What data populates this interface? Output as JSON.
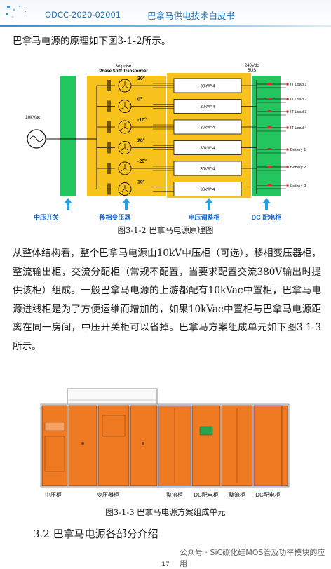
{
  "header": {
    "doc_code": "ODCC-2020-02001",
    "doc_title": "巴拿马供电技术白皮书"
  },
  "intro": "巴拿马电源的原理如下图3-1-2所示。",
  "fig1": {
    "input_label": "10kVac",
    "transformer_label_1": "36 pulse",
    "transformer_label_2": "Phase Shift Transformer",
    "bus_label_1": "240Vdc",
    "bus_label_2": "BUS",
    "angles": [
      "30°",
      "0°",
      "-10°",
      "20°",
      "-20°",
      "10°"
    ],
    "rectifier_label": "30kW*4",
    "loads": [
      "IT Load 1",
      "IT Load 2",
      "IT Load 3",
      "IT Load 4",
      "Battery 1",
      "Battery 2",
      "Battery 3"
    ],
    "zones": [
      "中压开关",
      "移相变压器",
      "电压调整柜",
      "DC 配电柜"
    ],
    "caption": "图3-1-2  巴拿马电源原理图",
    "colors": {
      "green": "#22c55e",
      "yellow": "#f7c21b",
      "arrow": "#2b9ee0",
      "zone_text": "#1d66c4"
    }
  },
  "body_text": "从整体结构看，整个巴拿马电源由10kV中压柜（可选），移相变压器柜，整流输出柜，交流分配柜（常规不配置，当要求配置交流380V输出时提供该柜）组成。一般巴拿马电源的上游都配有10kVac中置柜，巴拿马电源进线柜是为了方便运维而增加的，如果10kVac中置柜与巴拿马电源距离在同一房间，中压开关柜可以省掉。巴拿马方案组成单元如下图3-1-3所示。",
  "fig2": {
    "labels": [
      "中压柜",
      "变压器柜",
      "整流柜",
      "DC配电柜",
      "整流柜",
      "DC配电柜"
    ],
    "caption": "图3-1-3  巴拿马电源方案组成单元",
    "colors": {
      "cabinet": "#f07a22",
      "frame": "#6b6b8a",
      "screen": "#27a34a"
    }
  },
  "section_title": "3.2  巴拿马电源各部分介绍",
  "watermark": "公众号 · SiC碳化硅MOS管及功率模块的应用",
  "page_number": "17"
}
